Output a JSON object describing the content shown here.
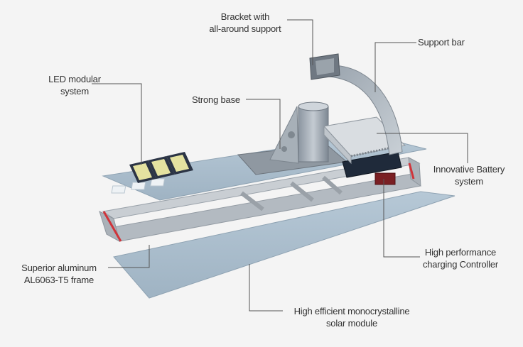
{
  "labels": {
    "bracket": [
      "Bracket with",
      "all-around support"
    ],
    "support_bar": [
      "Support bar"
    ],
    "led": [
      "LED modular",
      "system"
    ],
    "strong_base": [
      "Strong base"
    ],
    "battery": [
      "Innovative Battery",
      "system"
    ],
    "controller": [
      "High performance",
      "charging Controller"
    ],
    "frame": [
      "Superior aluminum",
      "AL6063-T5 frame"
    ],
    "solar": [
      "High efficient monocrystalline",
      "solar module"
    ]
  },
  "colors": {
    "background": "#f4f4f4",
    "leader_line": "#555555",
    "panel": "#a9bdcc",
    "frame_metal": "#b8bfc5",
    "frame_red_accent": "#d0343a",
    "battery_box": "#1f2a3a",
    "controller": "#7a1f23",
    "led_chip": "#e4e2a0"
  }
}
